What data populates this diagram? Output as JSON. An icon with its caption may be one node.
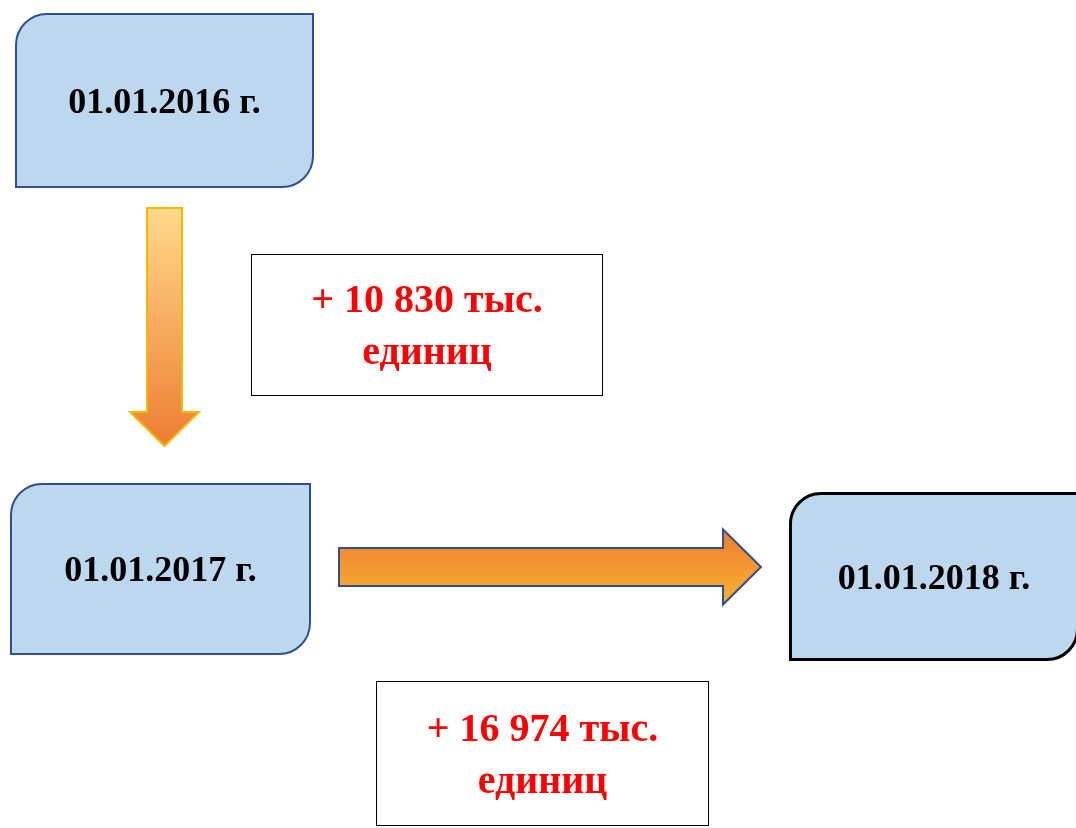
{
  "diagram": {
    "nodes": [
      {
        "text": [
          "01.01.2016 г."
        ]
      },
      {
        "text": [
          "01.01.2017 г."
        ]
      },
      {
        "text": [
          "01.01.2018 г."
        ]
      },
      {
        "text": [
          "+ 10 830 тыс. единиц"
        ]
      },
      {
        "text": [
          "+ 16 974 тыс. единиц"
        ]
      }
    ],
    "edges": [
      {
        "from": 0,
        "to": 1,
        "arrow": "to"
      },
      {
        "from": 1,
        "to": 2,
        "arrow": "to"
      }
    ]
  }
}
